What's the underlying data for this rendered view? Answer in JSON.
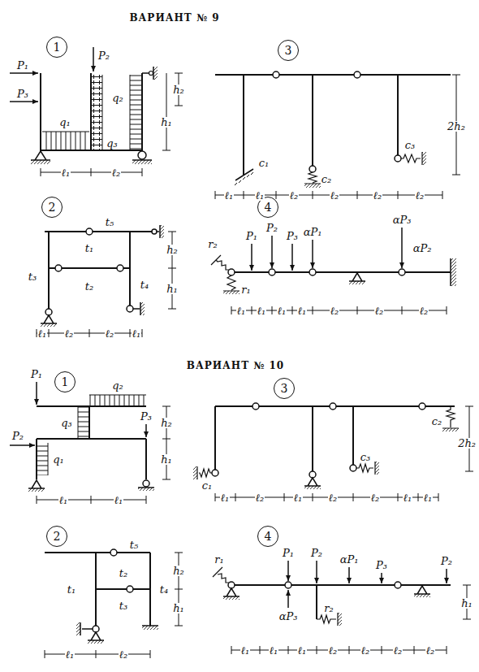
{
  "diagram": {
    "nodes": [
      {
        "text": [
          "1"
        ]
      },
      {
        "text": [
          "3"
        ]
      },
      {
        "text": [
          "2"
        ]
      },
      {
        "text": [
          "4"
        ]
      },
      {
        "text": [
          "1"
        ]
      },
      {
        "text": [
          "3"
        ]
      },
      {
        "text": [
          "2"
        ]
      },
      {
        "text": [
          "4"
        ]
      }
    ],
    "labels": [
      "ВАРИАНТ № 9",
      "P₁",
      "P₂",
      "P₃",
      "q₁",
      "q₃",
      "q₂",
      "h₂",
      "h₁",
      "ℓ₁",
      "ℓ₂",
      "c₁",
      "c₂",
      "c₃",
      "2h₂",
      "ℓ₁",
      "ℓ₁",
      "ℓ₂",
      "ℓ₂",
      "ℓ₂",
      "ℓ₂",
      "t₅",
      "t₁",
      "t₃",
      "t₂",
      "t₄",
      "h₂",
      "h₁",
      "ℓ₁",
      "ℓ₂",
      "ℓ₂",
      "ℓ₁",
      "r₂",
      "r₁",
      "P₁",
      "P₂",
      "P₃",
      "αP₁",
      "αP₃",
      "αP₂",
      "ℓ₁",
      "ℓ₁",
      "ℓ₁",
      "ℓ₁",
      "ℓ₂",
      "ℓ₂",
      "ℓ₂",
      "ВАРИАНТ № 10",
      "P₁",
      "q₂",
      "q₃",
      "P₂",
      "q₁",
      "P₃",
      "h₂",
      "h₁",
      "ℓ₁",
      "ℓ₁",
      "c₁",
      "c₃",
      "c₂",
      "2h₂",
      "ℓ₁",
      "ℓ₂",
      "ℓ₁",
      "ℓ₂",
      "ℓ₂",
      "ℓ₁",
      "ℓ₁",
      "t₅",
      "t₁",
      "t₂",
      "t₃",
      "t₄",
      "h₂",
      "h₁",
      "ℓ₁",
      "ℓ₂",
      "r₁",
      "P₁",
      "αP₃",
      "P₂",
      "αP₁",
      "P₃",
      "r₂",
      "P₂",
      "h₁",
      "ℓ₁",
      "ℓ₁",
      "ℓ₁",
      "ℓ₂",
      "ℓ₂",
      "ℓ₂",
      "ℓ₂"
    ]
  }
}
